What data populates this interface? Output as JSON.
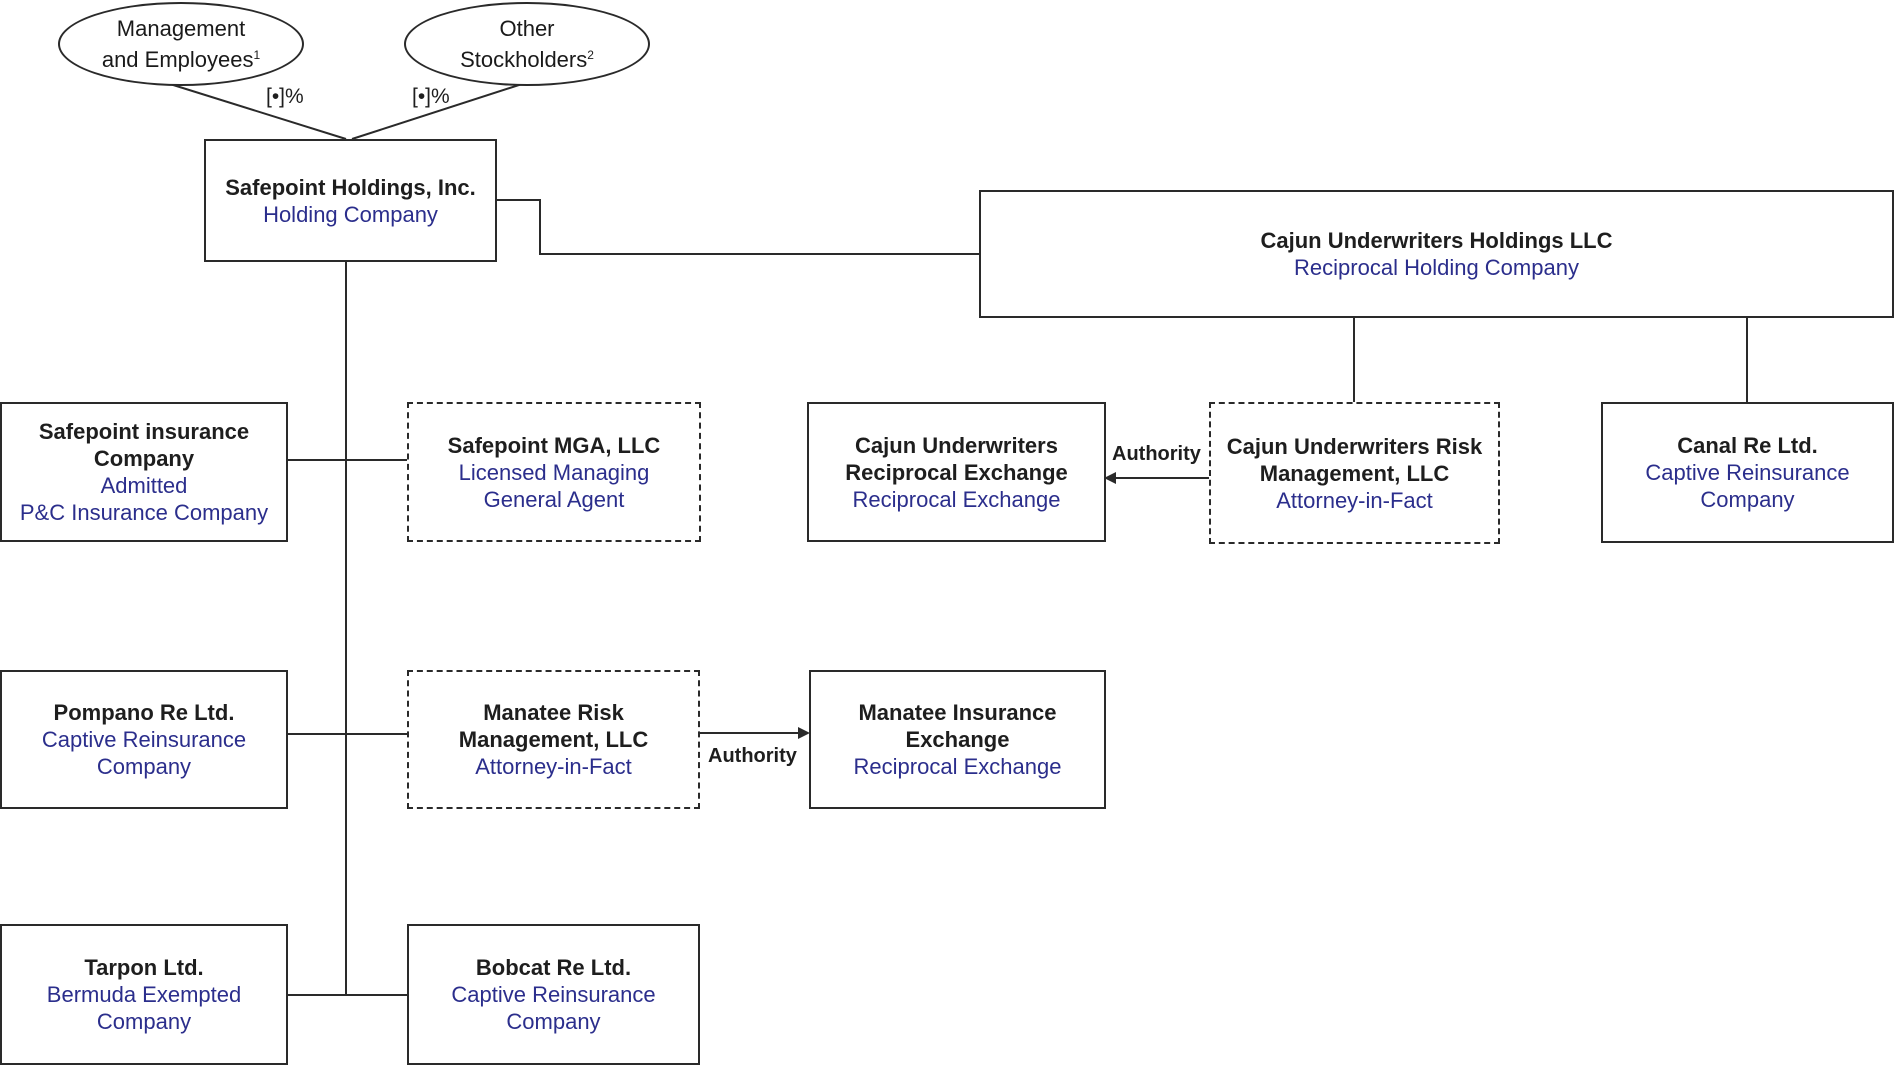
{
  "stockholders": {
    "management": {
      "line1": "Management",
      "line2": "and Employees",
      "footnote": "1",
      "percent": "[•]%"
    },
    "other": {
      "line1": "Other",
      "line2": "Stockholders",
      "footnote": "2",
      "percent": "[•]%"
    }
  },
  "entities": {
    "safepoint_holdings": {
      "name": "Safepoint Holdings, Inc.",
      "desc": "Holding Company"
    },
    "cajun_holdings": {
      "name": "Cajun Underwriters Holdings LLC",
      "desc": "Reciprocal Holding Company"
    },
    "safepoint_insurance": {
      "name": "Safepoint insurance\nCompany",
      "desc": "Admitted\nP&C Insurance Company"
    },
    "safepoint_mga": {
      "name": "Safepoint MGA, LLC",
      "desc": "Licensed Managing\nGeneral Agent"
    },
    "cajun_exchange": {
      "name": "Cajun Underwriters\nReciprocal Exchange",
      "desc": "Reciprocal Exchange"
    },
    "cajun_risk": {
      "name": "Cajun Underwriters Risk\nManagement, LLC",
      "desc": "Attorney-in-Fact"
    },
    "canal_re": {
      "name": "Canal Re Ltd.",
      "desc": "Captive Reinsurance\nCompany"
    },
    "pompano_re": {
      "name": "Pompano Re Ltd.",
      "desc": "Captive Reinsurance\nCompany"
    },
    "manatee_risk": {
      "name": "Manatee Risk\nManagement, LLC",
      "desc": "Attorney-in-Fact"
    },
    "manatee_exchange": {
      "name": "Manatee Insurance\nExchange",
      "desc": "Reciprocal Exchange"
    },
    "tarpon": {
      "name": "Tarpon Ltd.",
      "desc": "Bermuda Exempted\nCompany"
    },
    "bobcat_re": {
      "name": "Bobcat Re Ltd.",
      "desc": "Captive Reinsurance\nCompany"
    }
  },
  "relationships": {
    "cajun_authority": "Authority",
    "manatee_authority": "Authority"
  },
  "colors": {
    "line": "#2a2a2a",
    "description_text": "#2b2e8c"
  }
}
